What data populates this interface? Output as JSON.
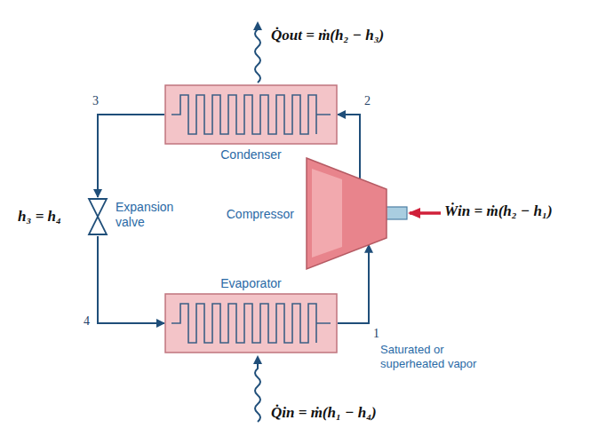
{
  "diagram": {
    "nodes": [
      {
        "text": [
          "Condenser"
        ]
      },
      {
        "text": [
          "Evaporator"
        ]
      },
      {
        "text": [
          "Compressor"
        ]
      },
      {
        "text": [
          "Expansion valve"
        ]
      }
    ],
    "edges": [
      {
        "from": 0,
        "to": 3,
        "arrow": "to"
      },
      {
        "from": 3,
        "to": 1,
        "arrow": "to"
      },
      {
        "from": 1,
        "to": 2,
        "arrow": "to"
      },
      {
        "from": 2,
        "to": 0,
        "arrow": "to"
      }
    ],
    "labels": [
      "Q̇out = ṁ(h₂ − h₃)",
      "Ẇin = ṁ(h₂ − h₁)",
      "Q̇in = ṁ(h₁ − h₄)",
      "h₃ = h₄",
      "3",
      "2",
      "4",
      "1",
      "Saturated or superheated vapor"
    ]
  }
}
